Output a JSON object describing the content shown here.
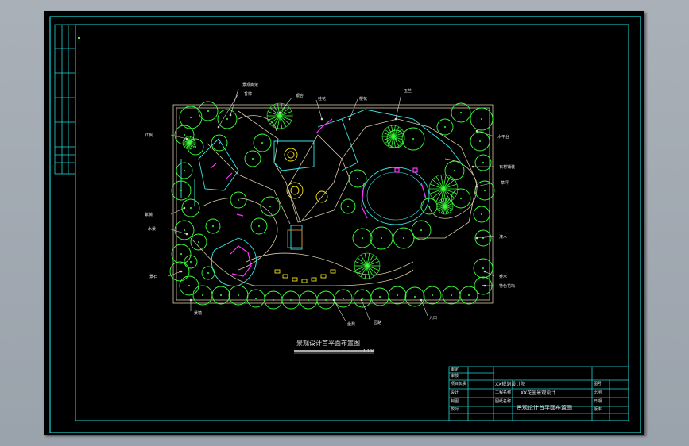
{
  "colors": {
    "background": "#a9b0b8",
    "sheet": "#000000",
    "frame": "#1fd6d6",
    "plants": "#3cff3c",
    "structures": "#d6c9a6",
    "paving": "#39e6e6",
    "accent": "#ff33ff",
    "feature_yellow": "#f2e21a",
    "labels": "#e6e6e6"
  },
  "drawing": {
    "title": "景观设计首平面布置图",
    "scale": "1:100"
  },
  "title_block": {
    "design_unit": "XX规划设计院",
    "project": "XX花园景观设计",
    "drawing_name": "景观设计首平面布置图",
    "rows": [
      "审定",
      "审核",
      "项目负责",
      "设计",
      "制图",
      "校对"
    ],
    "fields": [
      "工程名称",
      "图纸名称",
      "图号",
      "比例",
      "日期",
      "版本"
    ]
  },
  "callouts": [
    "景观廊架",
    "香樟",
    "银杏",
    "桂花",
    "樱花",
    "玉兰",
    "红枫",
    "紫薇",
    "水景",
    "景石",
    "木平台",
    "石材铺装",
    "草坪",
    "灌木",
    "乔木",
    "特色花坛",
    "景墙",
    "坐凳",
    "园路",
    "入口"
  ],
  "icons": [
    "tree-symbol-icon",
    "shrub-symbol-icon",
    "drawing-frame-icon"
  ]
}
